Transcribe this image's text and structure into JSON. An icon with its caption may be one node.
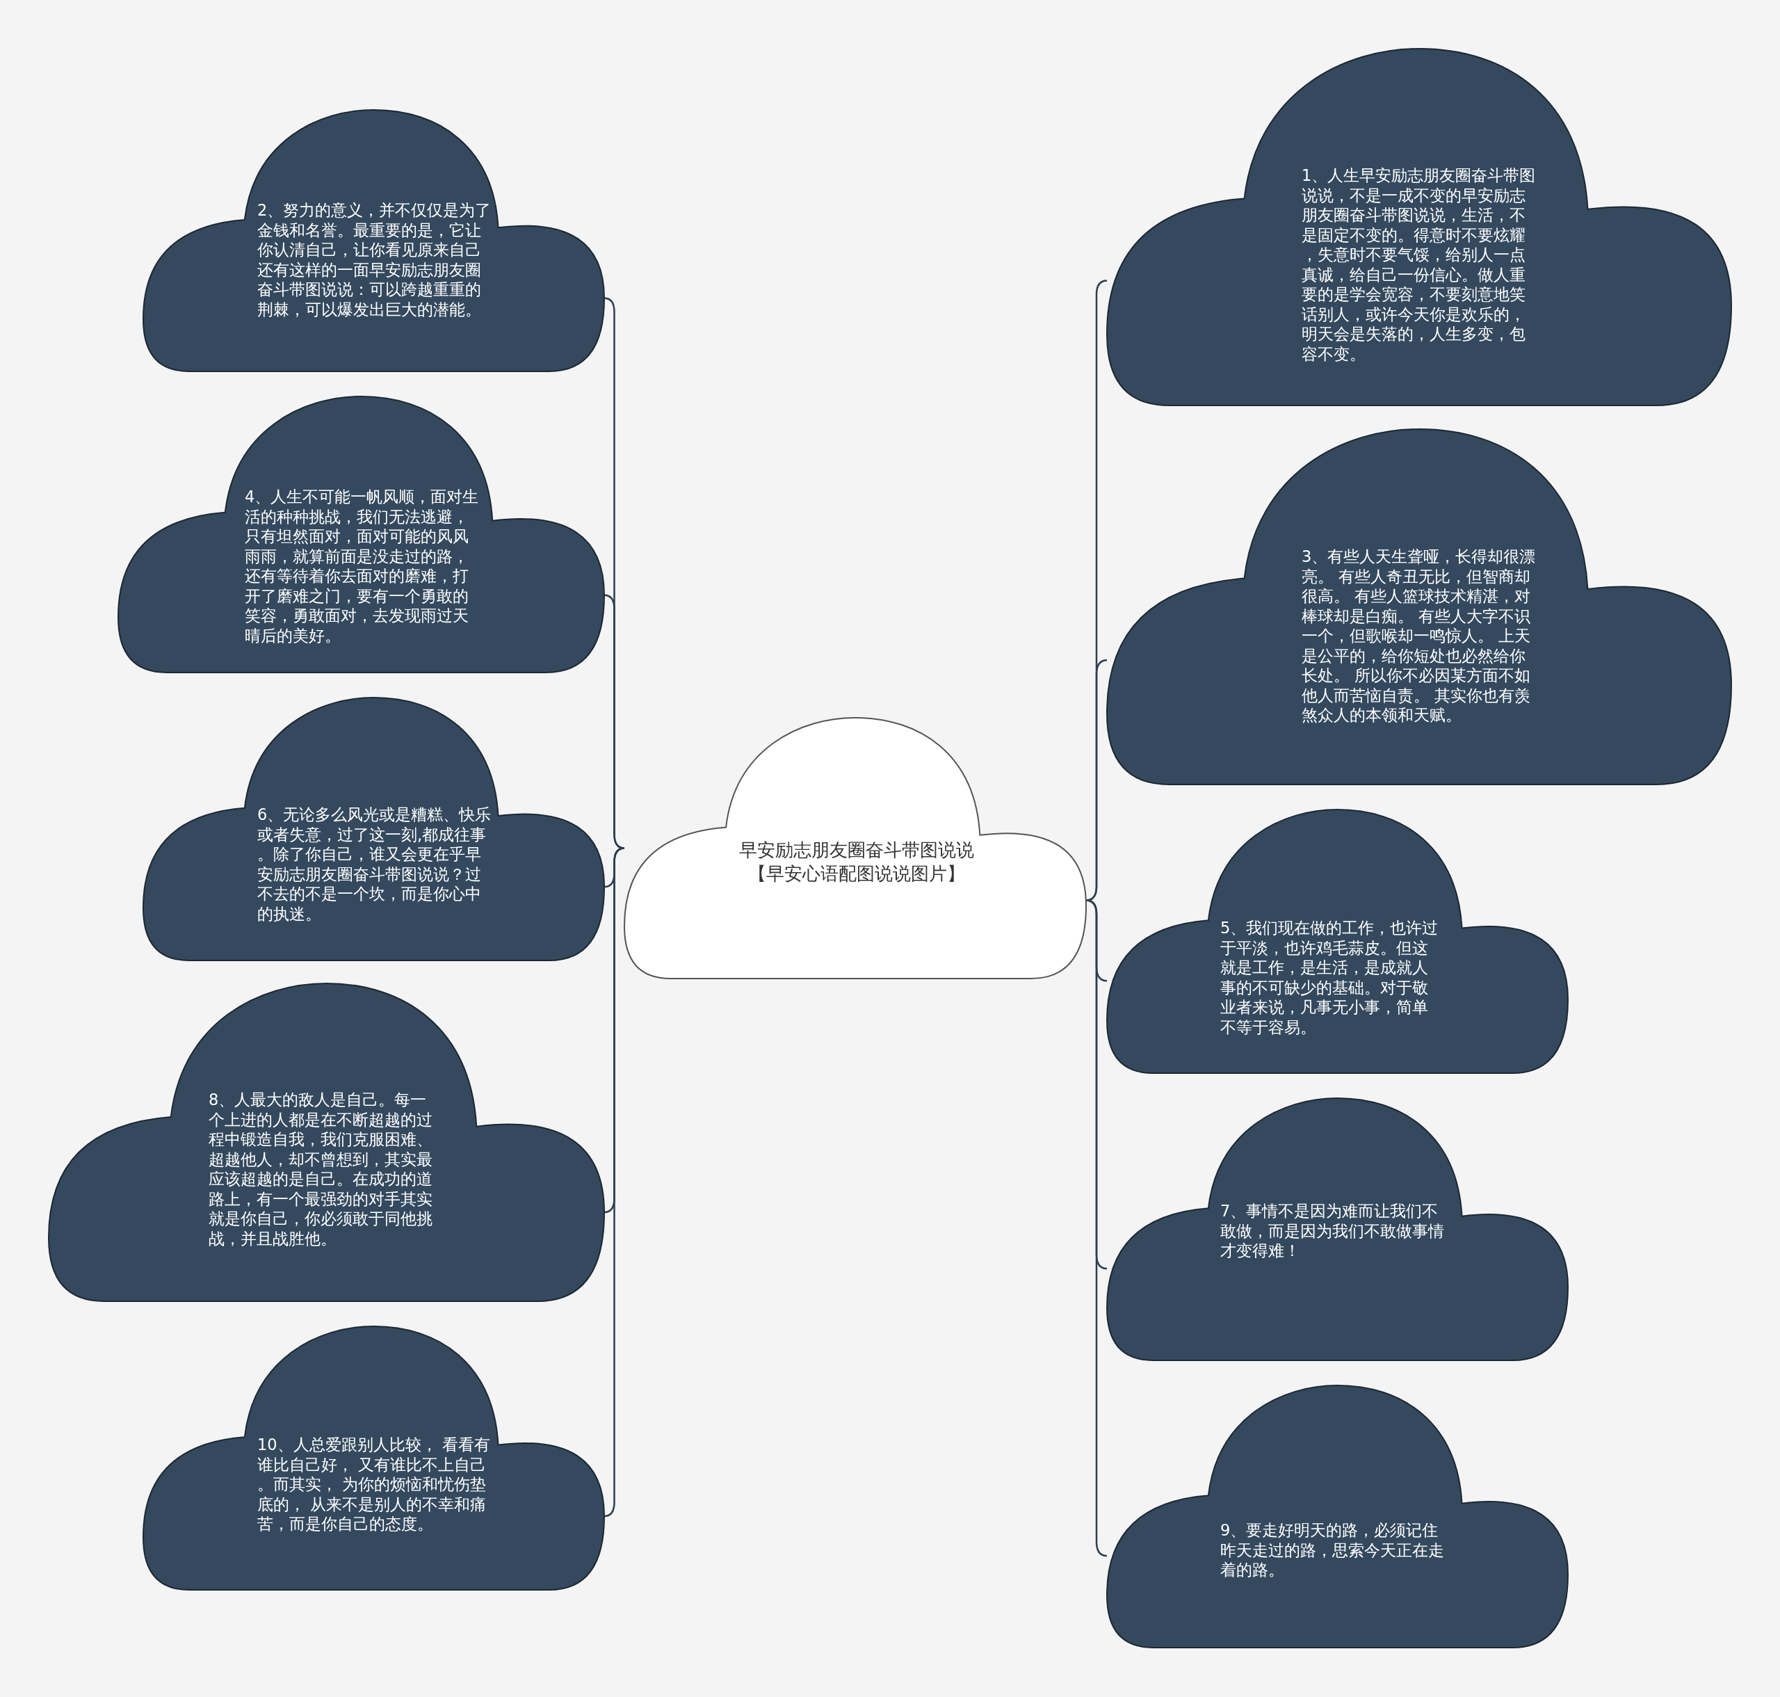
{
  "diagram": {
    "nodes": [
      {
        "text": [
          "早安励志朋友圈奋斗带图说说【早安心语配图说说图片】"
        ]
      },
      {
        "text": [
          "1、人生早安励志朋友圈奋斗带图说说，不是一成不变的早安励志朋友圈奋斗带图说说，生活，不是固定不变的。得意时不要炫耀，失意时不要气馁，给别人一点真诚，给自己一份信心。做人重要的是学会宽容，不要刻意地笑话别人，或许今天你是欢乐的，明天会是失落的，人生多变，包容不变。"
        ]
      },
      {
        "text": [
          "2、努力的意义，并不仅仅是为了金钱和名誉。最重要的是，它让你认清自己，让你看见原来自己还有这样的一面早安励志朋友圈奋斗带图说说：可以跨越重重的荆棘，可以爆发出巨大的潜能。"
        ]
      },
      {
        "text": [
          "3、有些人天生聋哑，长得却很漂亮。 有些人奇丑无比，但智商却很高。 有些人篮球技术精湛，对棒球却是白痴。 有些人大字不识一个，但歌喉却一鸣惊人。 上天是公平的，给你短处也必然给你长处。 所以你不必因某方面不如他人而苦恼自责。 其实你也有羡煞众人的本领和天赋。"
        ]
      },
      {
        "text": [
          "4、人生不可能一帆风顺，面对生活的种种挑战，我们无法逃避，只有坦然面对，面对可能的风风雨雨，就算前面是没走过的路，还有等待着你去面对的磨难，打开了磨难之门，要有一个勇敢的笑容，勇敢面对，去发现雨过天晴后的美好。"
        ]
      },
      {
        "text": [
          "5、我们现在做的工作，也许过于平淡，也许鸡毛蒜皮。但这就是工作，是生活，是成就人事的不可缺少的基础。对于敬业者来说，凡事无小事，简单不等于容易。"
        ]
      },
      {
        "text": [
          "6、无论多么风光或是糟糕、快乐或者失意，过了这一刻,都成往事。除了你自己，谁又会更在乎早安励志朋友圈奋斗带图说说？过不去的不是一个坎，而是你心中的执迷。"
        ]
      },
      {
        "text": [
          "7、事情不是因为难而让我们不敢做，而是因为我们不敢做事情才变得难！"
        ]
      },
      {
        "text": [
          "8、人最大的敌人是自己。每一个上进的人都是在不断超越的过程中锻造自我，我们克服困难、超越他人，却不曾想到，其实最应该超越的是自己。在成功的道路上，有一个最强劲的对手其实就是你自己，你必须敢于同他挑战，并且战胜他。"
        ]
      },
      {
        "text": [
          "9、要走好明天的路，必须记住昨天走过的路，思索今天正在走着的路。"
        ]
      },
      {
        "text": [
          "10、人总爱跟别人比较， 看看有谁比自己好， 又有谁比不上自己。而其实， 为你的烦恼和忧伤垫底的， 从来不是别人的不幸和痛苦，而是你自己的态度。"
        ]
      }
    ],
    "edges": [
      {
        "from": 0,
        "to": 1,
        "arrow": "none"
      },
      {
        "from": 0,
        "to": 2,
        "arrow": "none"
      },
      {
        "from": 0,
        "to": 3,
        "arrow": "none"
      },
      {
        "from": 0,
        "to": 4,
        "arrow": "none"
      },
      {
        "from": 0,
        "to": 5,
        "arrow": "none"
      },
      {
        "from": 0,
        "to": 6,
        "arrow": "none"
      },
      {
        "from": 0,
        "to": 7,
        "arrow": "none"
      },
      {
        "from": 0,
        "to": 8,
        "arrow": "none"
      },
      {
        "from": 0,
        "to": 9,
        "arrow": "none"
      },
      {
        "from": 0,
        "to": 10,
        "arrow": "none"
      }
    ]
  }
}
